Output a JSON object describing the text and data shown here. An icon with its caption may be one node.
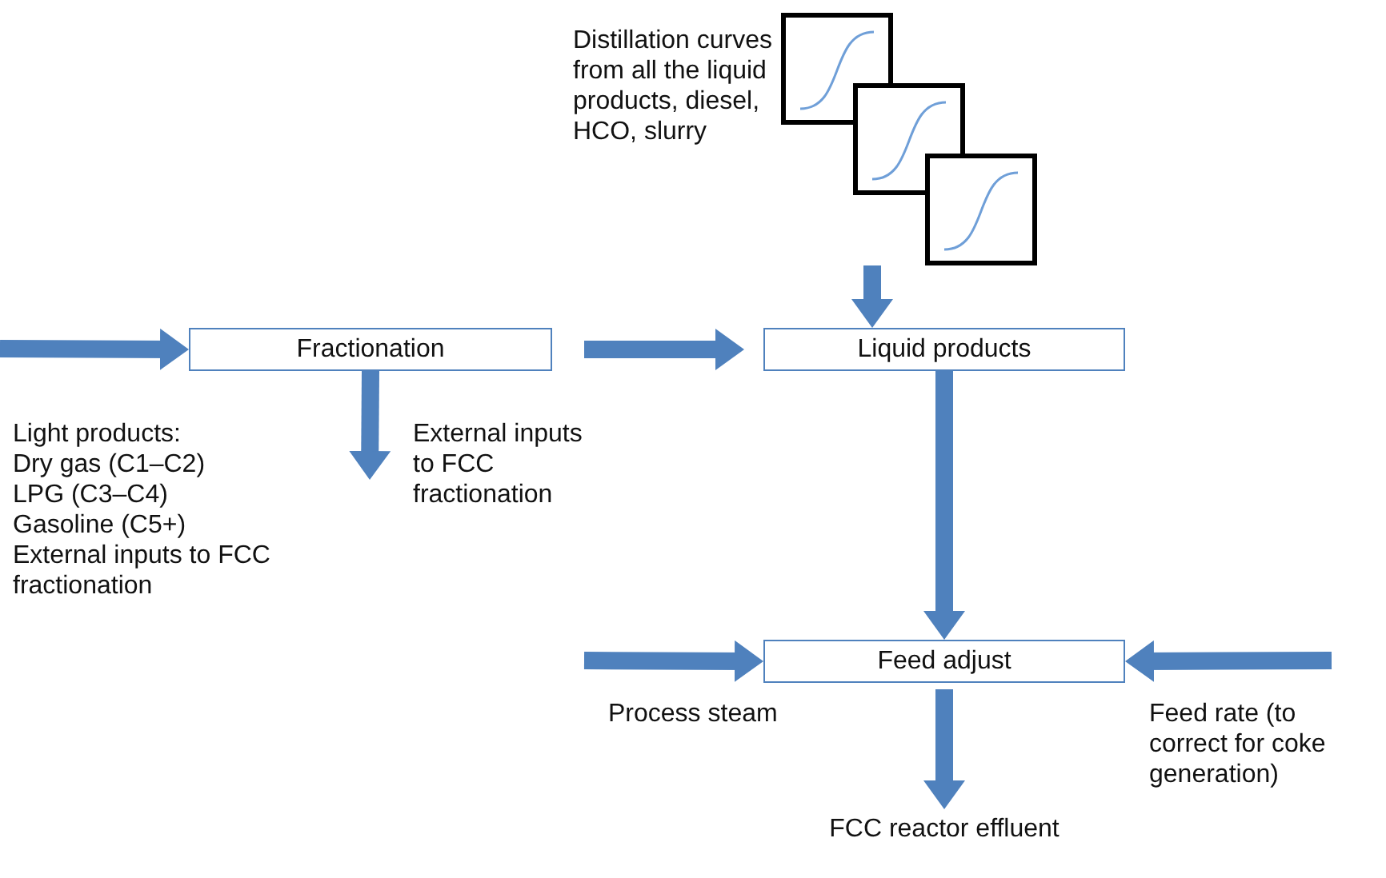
{
  "diagram": {
    "nodes": [
      {
        "text": [],
        "shape": "picture",
        "beside": [
          "Distillation curves from all the liquid products, diesel, HCO, slurry"
        ]
      },
      {
        "text": [
          "Fractionation"
        ]
      },
      {
        "text": [
          "Liquid products"
        ]
      },
      {
        "text": [
          "Feed adjust"
        ]
      },
      {
        "text": [
          "FCC reactor effluent"
        ]
      }
    ],
    "edges": [
      {
        "from": null,
        "to": 1,
        "arrow": "to"
      },
      {
        "from": 1,
        "to": 2,
        "arrow": "to"
      },
      {
        "from": 1,
        "to": null,
        "arrow": "to"
      },
      {
        "from": 0,
        "to": 2,
        "arrow": "to"
      },
      {
        "from": 2,
        "to": 3,
        "arrow": "to"
      },
      {
        "from": null,
        "to": 3,
        "arrow": "to"
      },
      {
        "from": null,
        "to": 3,
        "arrow": "to"
      },
      {
        "from": 3,
        "to": 4,
        "arrow": "to"
      }
    ],
    "labels": [
      "Light products:",
      "Dry gas (C1–C2)",
      "LPG (C3–C4)",
      "Gasoline (C5+)",
      "External inputs to FCC fractionation",
      "External inputs to FCC fractionation",
      "Process steam",
      "Feed rate (to correct for coke generation)"
    ]
  }
}
